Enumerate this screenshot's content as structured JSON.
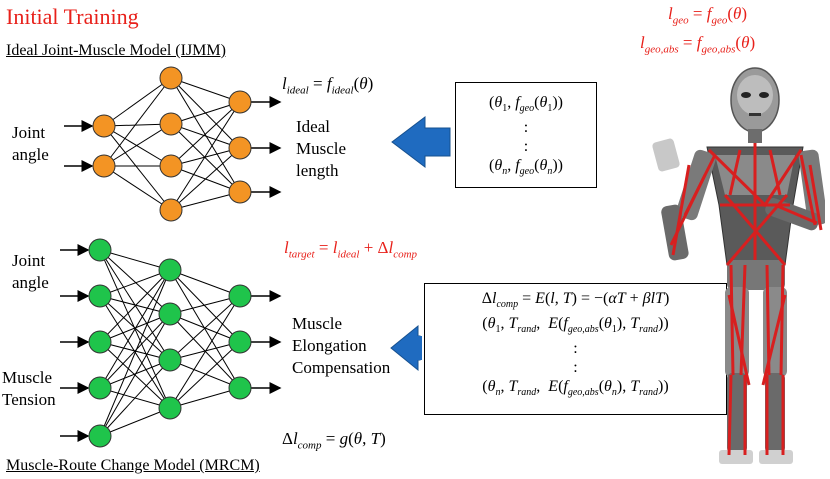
{
  "title": "Initial Training",
  "ijmm": {
    "title": "Ideal Joint-Muscle Model (IJMM)",
    "input_label": [
      "Joint",
      "angle"
    ],
    "output_label": [
      "Ideal",
      "Muscle",
      "length"
    ],
    "equation": "l_ideal = f_ideal(θ)"
  },
  "mrcm": {
    "title": "Muscle-Route Change Model (MRCM)",
    "input_label_1": [
      "Joint",
      "angle"
    ],
    "input_label_2": [
      "Muscle",
      "Tension"
    ],
    "output_label": [
      "Muscle",
      "Elongation",
      "Compensation"
    ],
    "equation": "Δl_comp = g(θ, T)"
  },
  "target_equation": "l_target = l_ideal + Δl_comp",
  "geo_box": {
    "lines": [
      "(θ1, f_geo(θ1))",
      ":",
      ":",
      "(θn, f_geo(θn))"
    ]
  },
  "comp_box": {
    "lines": [
      "Δl_comp = E(l, T) = −(αT + βlT)",
      "(θ1, T_rand,  E(f_geo,abs(θ1), T_rand))",
      ":",
      ":",
      "(θn, T_rand,  E(f_geo,abs(θn), T_rand))"
    ]
  },
  "robot_equations": [
    "l_geo = f_geo(θ)",
    "l_geo,abs = f_geo,abs(θ)"
  ],
  "colors": {
    "title_red": "#e8201a",
    "ijmm_node": "#f39424",
    "mrcm_node": "#1fc44b",
    "arrow_blue": "#1f6bc0",
    "robot_red": "#d81f1f"
  }
}
